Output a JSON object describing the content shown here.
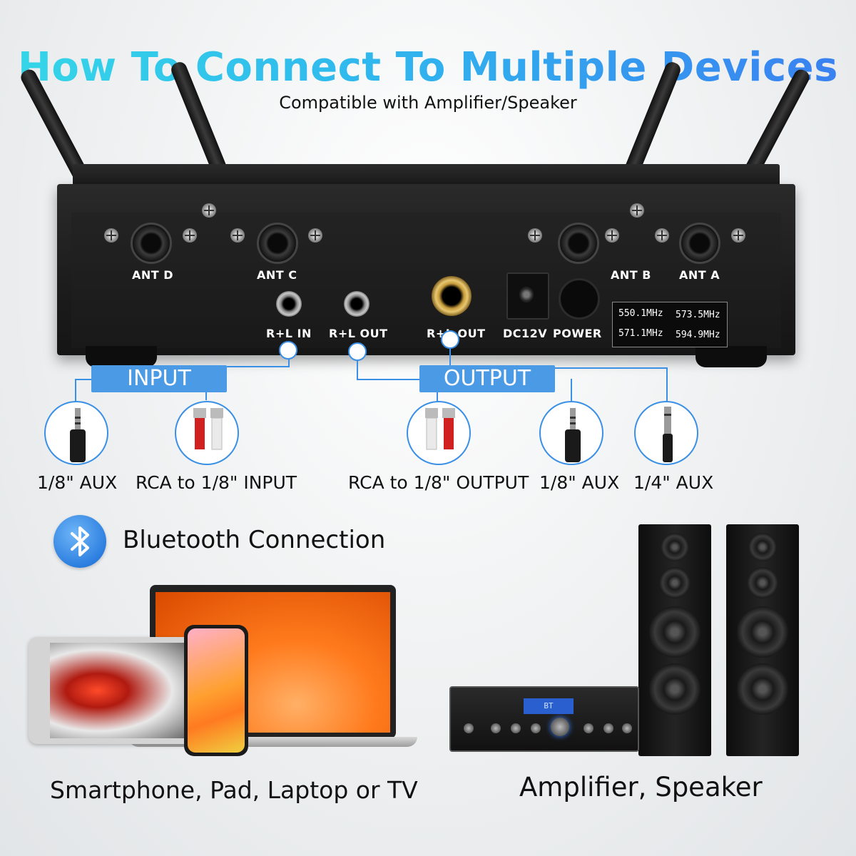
{
  "header": {
    "title": "How To Connect To Multiple Devices",
    "subtitle": "Compatible with Amplifier/Speaker"
  },
  "receiver": {
    "antennas": [
      "ANT D",
      "ANT C",
      "ANT B",
      "ANT A"
    ],
    "ports": {
      "rl_in": "R+L IN",
      "rl_out": "R+L OUT",
      "quarter_out": "R+L OUT",
      "dc": "DC12V",
      "power": "POWER"
    },
    "frequencies": [
      "550.1MHz",
      "573.5MHz",
      "571.1MHz",
      "594.9MHz"
    ]
  },
  "connections": {
    "input_label": "INPUT",
    "output_label": "OUTPUT",
    "input_cables": [
      "1/8\" AUX",
      "RCA to 1/8\" INPUT"
    ],
    "output_cables": [
      "RCA to 1/8\" OUTPUT",
      "1/8\" AUX",
      "1/4\" AUX"
    ]
  },
  "bluetooth": {
    "icon": "bluetooth-icon",
    "label": "Bluetooth Connection"
  },
  "devices": {
    "left_label": "Smartphone, Pad, Laptop or TV",
    "right_label": "Amplifier, Speaker",
    "amp_display": "BT"
  },
  "colors": {
    "accent": "#4a9ae6",
    "title_gradient_start": "#35d7e8",
    "title_gradient_end": "#3a7ff0"
  }
}
